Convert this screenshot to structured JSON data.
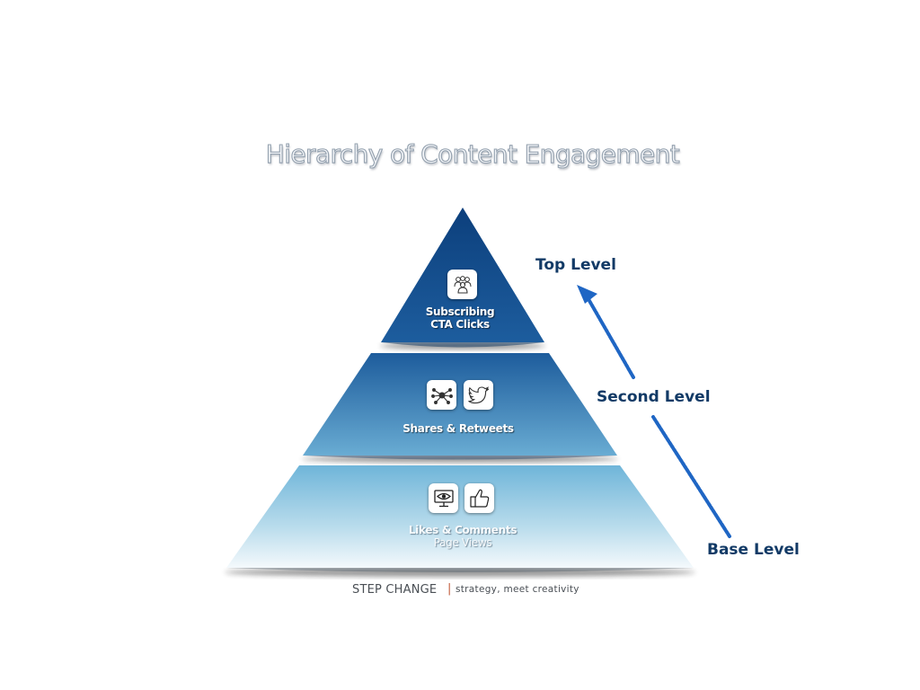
{
  "title": "Hierarchy of Content Engagement",
  "tiers": [
    {
      "label": "Subscribing",
      "label2": "CTA Clicks",
      "icons": [
        "users-group-icon"
      ]
    },
    {
      "label": "Shares  & Retweets",
      "icons": [
        "share-network-icon",
        "twitter-bird-icon"
      ]
    },
    {
      "label": "Likes & Comments",
      "label2": "Page Views",
      "icons": [
        "eye-monitor-icon",
        "thumbs-up-icon"
      ]
    }
  ],
  "levels": {
    "top": "Top Level",
    "second": "Second Level",
    "base": "Base Level"
  },
  "footer": {
    "brand": "STEP CHANGE",
    "separator": "|",
    "tagline": "strategy, meet creativity"
  },
  "colors": {
    "top_tier": "#0f4a8a",
    "middle_tier": "#3a7fb6",
    "base_tier": "#8ec7e1",
    "arrow": "#1f66c4",
    "level_text": "#123a66"
  }
}
